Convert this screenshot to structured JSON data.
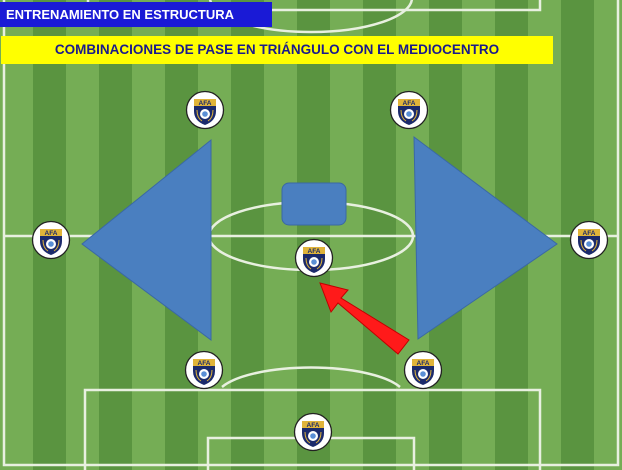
{
  "header": {
    "title": "ENTRENAMIENTO  EN ESTRUCTURA",
    "subtitle": "COMBINACIONES  DE PASE EN TRIÁNGULO CON EL MEDIOCENTRO"
  },
  "badge": {
    "label": "AFA",
    "icon": "afa-badge-icon"
  },
  "colors": {
    "grass_dark": "#5a9440",
    "grass_light": "#75ad55",
    "lines": "#e8f0e0",
    "triangle": "#4a7fc0",
    "arrow": "#ff1a1a",
    "title_bg": "#1a1ad6",
    "subtitle_bg": "#ffff00",
    "badge_navy": "#1b2a6b",
    "badge_gold": "#e0b43a"
  },
  "players": [
    {
      "id": "top-left"
    },
    {
      "id": "top-right"
    },
    {
      "id": "left-wing"
    },
    {
      "id": "right-wing"
    },
    {
      "id": "midfield"
    },
    {
      "id": "bottom-left"
    },
    {
      "id": "bottom-right"
    },
    {
      "id": "goalkeeper"
    }
  ]
}
